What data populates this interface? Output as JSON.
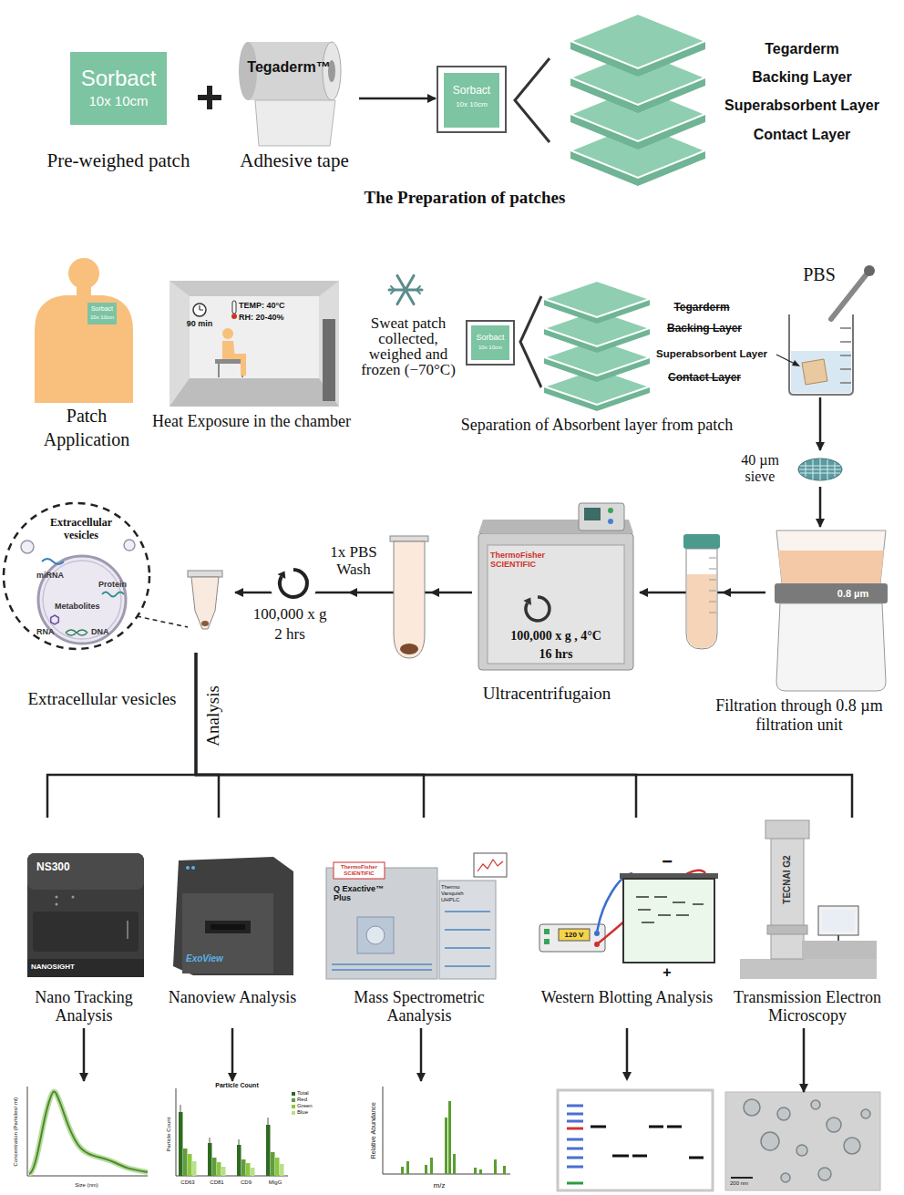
{
  "diagram": {
    "nodes": [
      {
        "text": [
          "Sorbact",
          "10x 10cm",
          "Pre-weighed patch"
        ]
      },
      {
        "text": [
          "Tegaderm™",
          "Adhesive tape"
        ]
      },
      {
        "text": [
          "Sorbact",
          "10x 10cm"
        ]
      },
      {
        "text": [
          "Sorbact",
          "10x 10cm",
          "Patch Application"
        ]
      },
      {
        "text": [
          "90 min",
          "TEMP: 40°C",
          "RH: 20-40%",
          "Heat Exposure in the chamber"
        ]
      },
      {
        "text": [
          "Sweat patch collected, weighed and frozen (−70°C)"
        ]
      },
      {
        "text": [
          "Sorbact",
          "10x 10cm",
          "Tegarderm",
          "Backing Layer",
          "Superabsorbent Layer",
          "Contact Layer",
          "Separation of Absorbent layer from patch"
        ]
      },
      {
        "text": [
          "PBS"
        ]
      },
      {
        "text": [
          "40 µm sieve"
        ]
      },
      {
        "text": [
          "0.8 µm",
          "Filtration through 0.8 µm filtration unit"
        ]
      },
      {
        "text": [
          "ThermoFisher SCIENTIFIC",
          "100,000 x g , 4°C",
          "16 hrs",
          "Ultracentrifugaion"
        ]
      },
      {
        "text": [
          "Extracellular vesicles",
          "miRNA",
          "Protein",
          "Metabolites",
          "RNA",
          "DNA",
          "Extracellular vesicles"
        ]
      },
      {
        "text": [
          "NS300",
          "NANOSIGHT",
          "Nano Tracking Analysis"
        ]
      },
      {
        "text": [
          "ExoView",
          "Nanoview Analysis"
        ]
      },
      {
        "text": [
          "ThermoFisher SCIENTIFIC",
          "Q Exactive™ Plus",
          "Thermo Vanquish UHPLC",
          "Mass Spectrometric Aanalysis"
        ]
      },
      {
        "text": [
          "120 V",
          "−",
          "+",
          "Western Blotting Analysis"
        ]
      },
      {
        "text": [
          "TECNAI G2",
          "Transmission Electron Microscopy"
        ]
      },
      {
        "text": [
          "Concentration (Particles/ ml)",
          "Size (nm)"
        ]
      },
      {
        "text": [
          "Particle Count",
          "Particle Count",
          "CD63",
          "CD81",
          "CD9",
          "MIgG"
        ]
      },
      {
        "text": [
          "Relative Abundance",
          "m/z"
        ]
      },
      {
        "text": [
          "200 nm"
        ]
      }
    ],
    "edges": [
      {
        "from": 1,
        "to": 2,
        "arrow": "to"
      },
      {
        "from": 7,
        "to": 8,
        "arrow": "to"
      },
      {
        "from": 8,
        "to": 9,
        "arrow": "to"
      },
      {
        "from": 9,
        "to": 10,
        "arrow": "to"
      },
      {
        "from": 10,
        "to": 11,
        "arrow": "to"
      },
      {
        "from": 11,
        "to": 12,
        "arrow": "none"
      },
      {
        "from": 11,
        "to": 13,
        "arrow": "none"
      },
      {
        "from": 11,
        "to": 14,
        "arrow": "none"
      },
      {
        "from": 11,
        "to": 15,
        "arrow": "none"
      },
      {
        "from": 11,
        "to": 16,
        "arrow": "none"
      },
      {
        "from": 12,
        "to": 17,
        "arrow": "to"
      },
      {
        "from": 13,
        "to": 18,
        "arrow": "to"
      },
      {
        "from": 14,
        "to": 19,
        "arrow": "to"
      },
      {
        "from": 16,
        "to": 20,
        "arrow": "to"
      }
    ],
    "labels": [
      "Tegarderm",
      "Backing Layer",
      "Superabsorbent Layer",
      "Contact Layer",
      "The Preparation of patches",
      "1x PBS Wash",
      "100,000 x g",
      "2 hrs",
      "Analysis"
    ],
    "legend": [
      {
        "text": "Total",
        "color": "#2e6b1f"
      },
      {
        "text": "Red",
        "color": "#5f9e3a"
      },
      {
        "text": "Green",
        "color": "#8cc63f"
      },
      {
        "text": "Blue",
        "color": "#b8e08a"
      }
    ]
  }
}
